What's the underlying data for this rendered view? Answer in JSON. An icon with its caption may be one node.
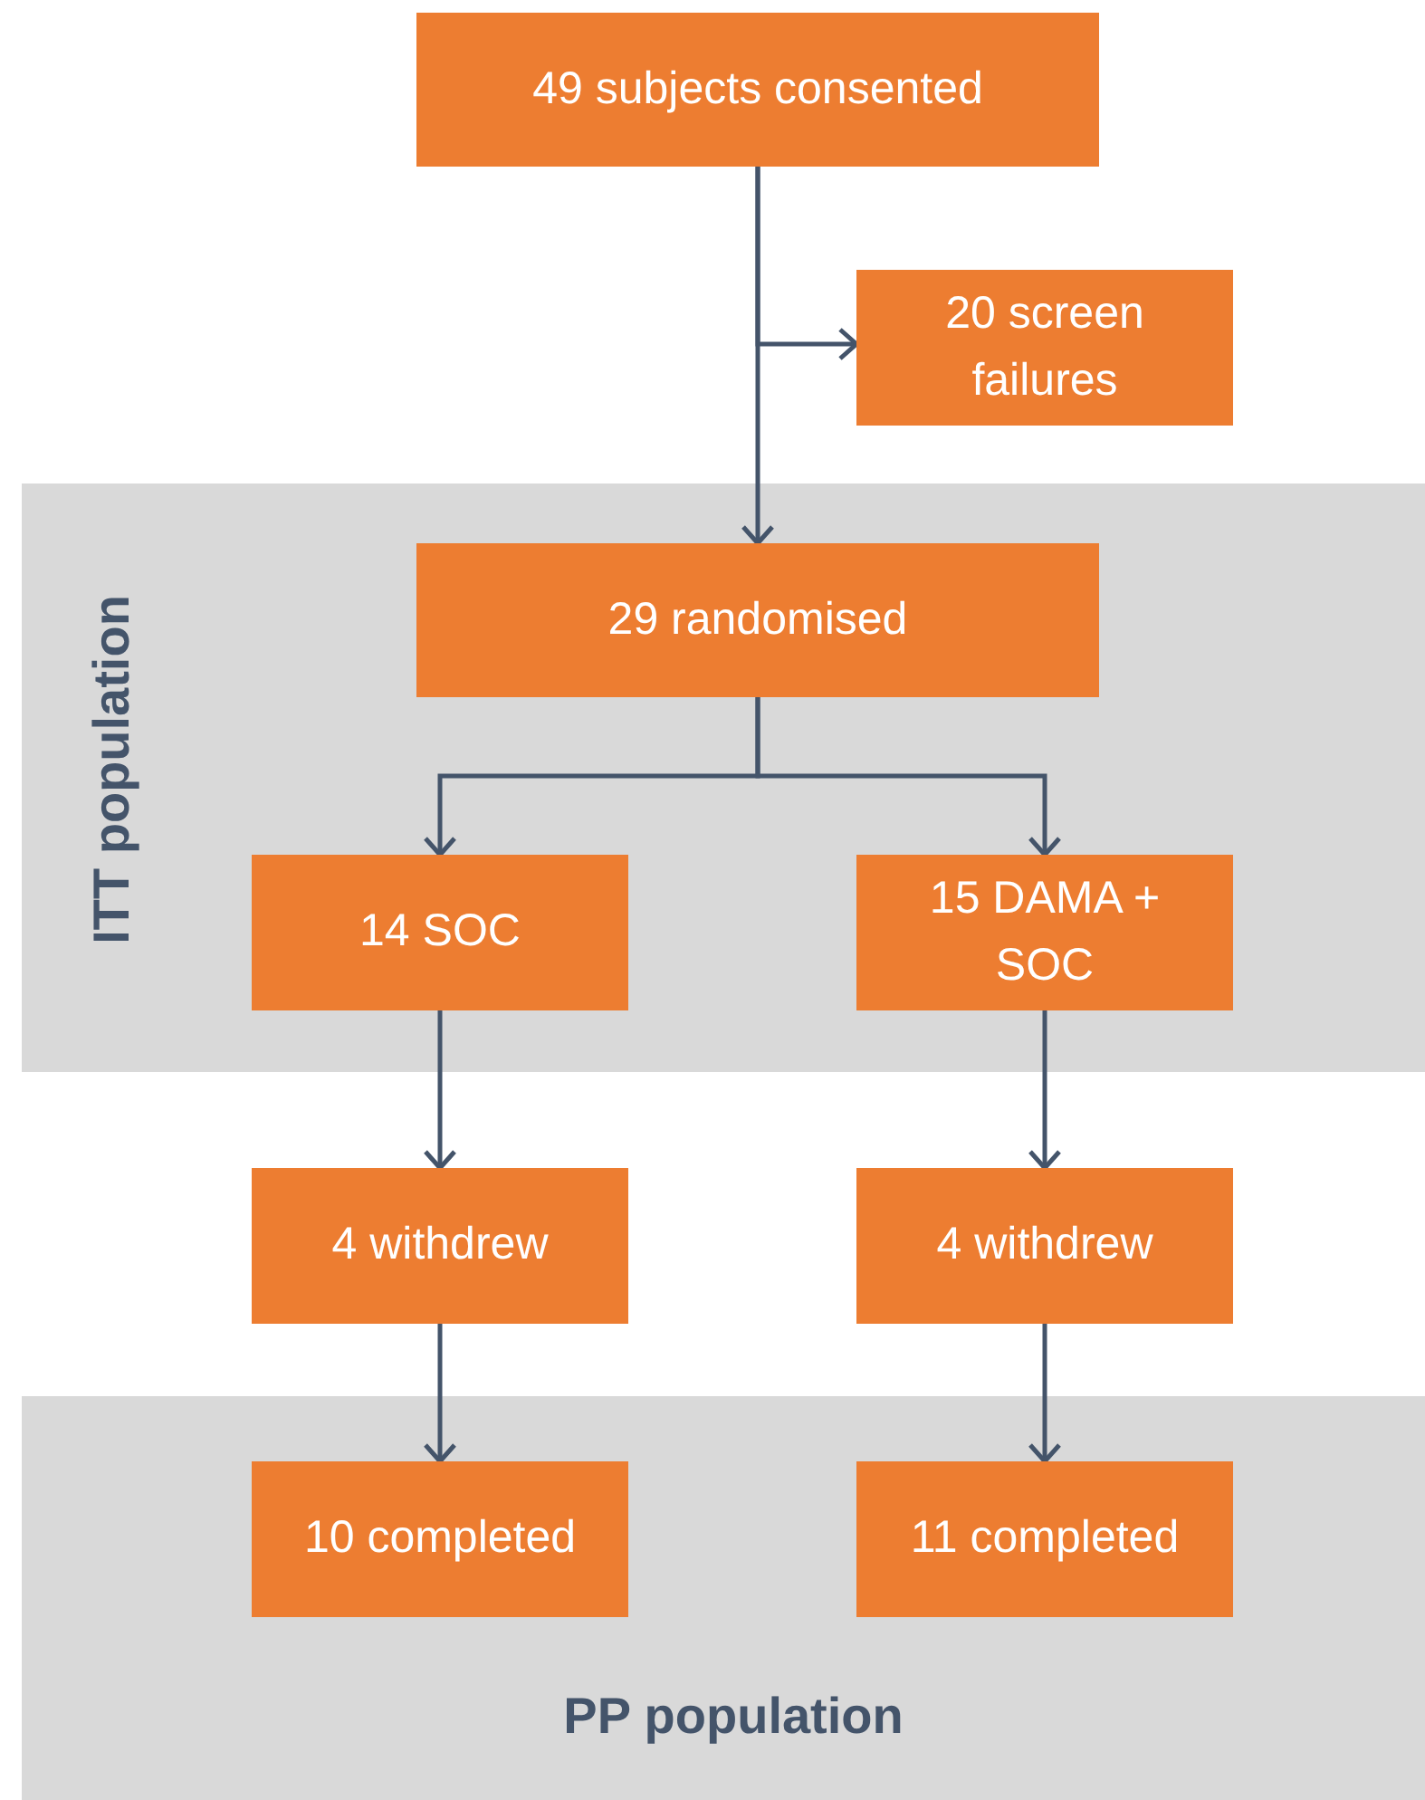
{
  "diagram": {
    "nodes": [
      {
        "text": [
          "49 subjects consented"
        ]
      },
      {
        "text": [
          "20 screen failures"
        ]
      },
      {
        "text": [
          "ITT population"
        ]
      },
      {
        "text": [
          "29 randomised"
        ],
        "in": 2
      },
      {
        "text": [
          "14 SOC"
        ],
        "in": 2
      },
      {
        "text": [
          "15 DAMA + SOC"
        ],
        "in": 2
      },
      {
        "text": [
          "4 withdrew"
        ]
      },
      {
        "text": [
          "4 withdrew"
        ]
      },
      {
        "text": [
          "PP population"
        ]
      },
      {
        "text": [
          "10 completed"
        ],
        "in": 8
      },
      {
        "text": [
          "11 completed"
        ],
        "in": 8
      }
    ],
    "edges": [
      {
        "from": 0,
        "to": 3,
        "arrow": "to"
      },
      {
        "from": 0,
        "to": 1,
        "arrow": "to"
      },
      {
        "from": 3,
        "to": 4,
        "arrow": "to"
      },
      {
        "from": 3,
        "to": 5,
        "arrow": "to"
      },
      {
        "from": 4,
        "to": 6,
        "arrow": "to"
      },
      {
        "from": 5,
        "to": 7,
        "arrow": "to"
      },
      {
        "from": 6,
        "to": 9,
        "arrow": "to"
      },
      {
        "from": 7,
        "to": 10,
        "arrow": "to"
      }
    ]
  }
}
